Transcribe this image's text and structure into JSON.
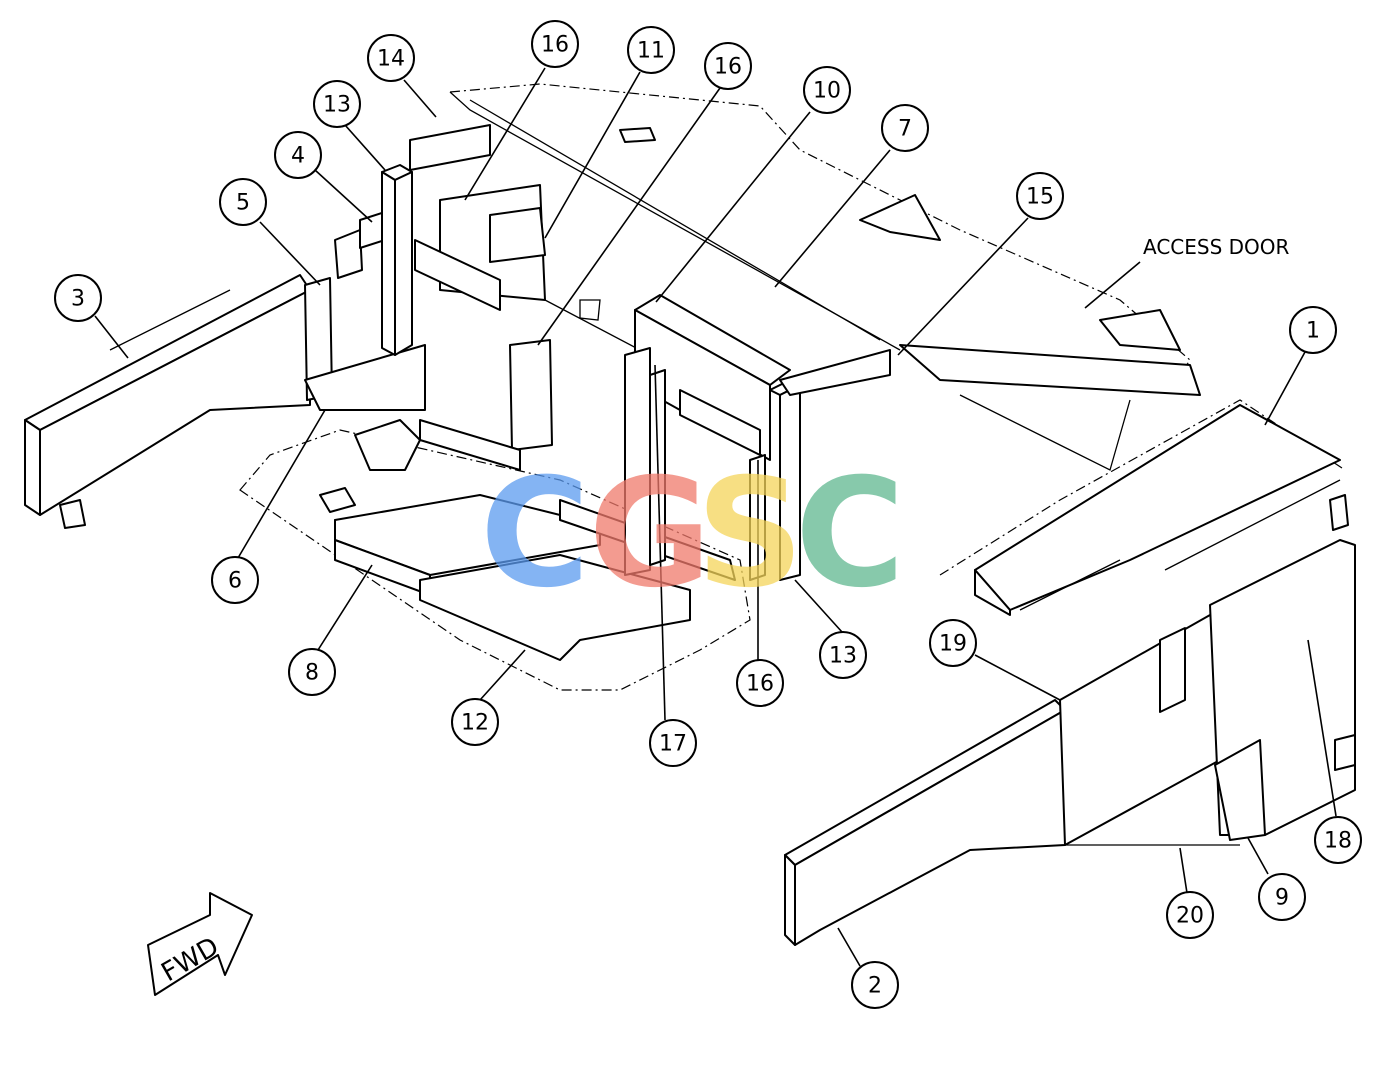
{
  "diagram": {
    "callouts": [
      {
        "id": "c1",
        "label": "1"
      },
      {
        "id": "c2",
        "label": "2"
      },
      {
        "id": "c3",
        "label": "3"
      },
      {
        "id": "c4",
        "label": "4"
      },
      {
        "id": "c5",
        "label": "5"
      },
      {
        "id": "c6",
        "label": "6"
      },
      {
        "id": "c7",
        "label": "7"
      },
      {
        "id": "c8",
        "label": "8"
      },
      {
        "id": "c9",
        "label": "9"
      },
      {
        "id": "c10",
        "label": "10"
      },
      {
        "id": "c11",
        "label": "11"
      },
      {
        "id": "c12",
        "label": "12"
      },
      {
        "id": "c13a",
        "label": "13"
      },
      {
        "id": "c13b",
        "label": "13"
      },
      {
        "id": "c14",
        "label": "14"
      },
      {
        "id": "c15",
        "label": "15"
      },
      {
        "id": "c16a",
        "label": "16"
      },
      {
        "id": "c16b",
        "label": "16"
      },
      {
        "id": "c16c",
        "label": "16"
      },
      {
        "id": "c17",
        "label": "17"
      },
      {
        "id": "c18",
        "label": "18"
      },
      {
        "id": "c19",
        "label": "19"
      },
      {
        "id": "c20",
        "label": "20"
      }
    ],
    "access_door_label": "ACCESS DOOR",
    "fwd_label": "FWD"
  },
  "watermark": {
    "letters": [
      {
        "char": "C",
        "color": "#5b9bf0"
      },
      {
        "char": "G",
        "color": "#f07a6c"
      },
      {
        "char": "S",
        "color": "#f5d55a"
      },
      {
        "char": "C",
        "color": "#5fb890"
      }
    ]
  }
}
